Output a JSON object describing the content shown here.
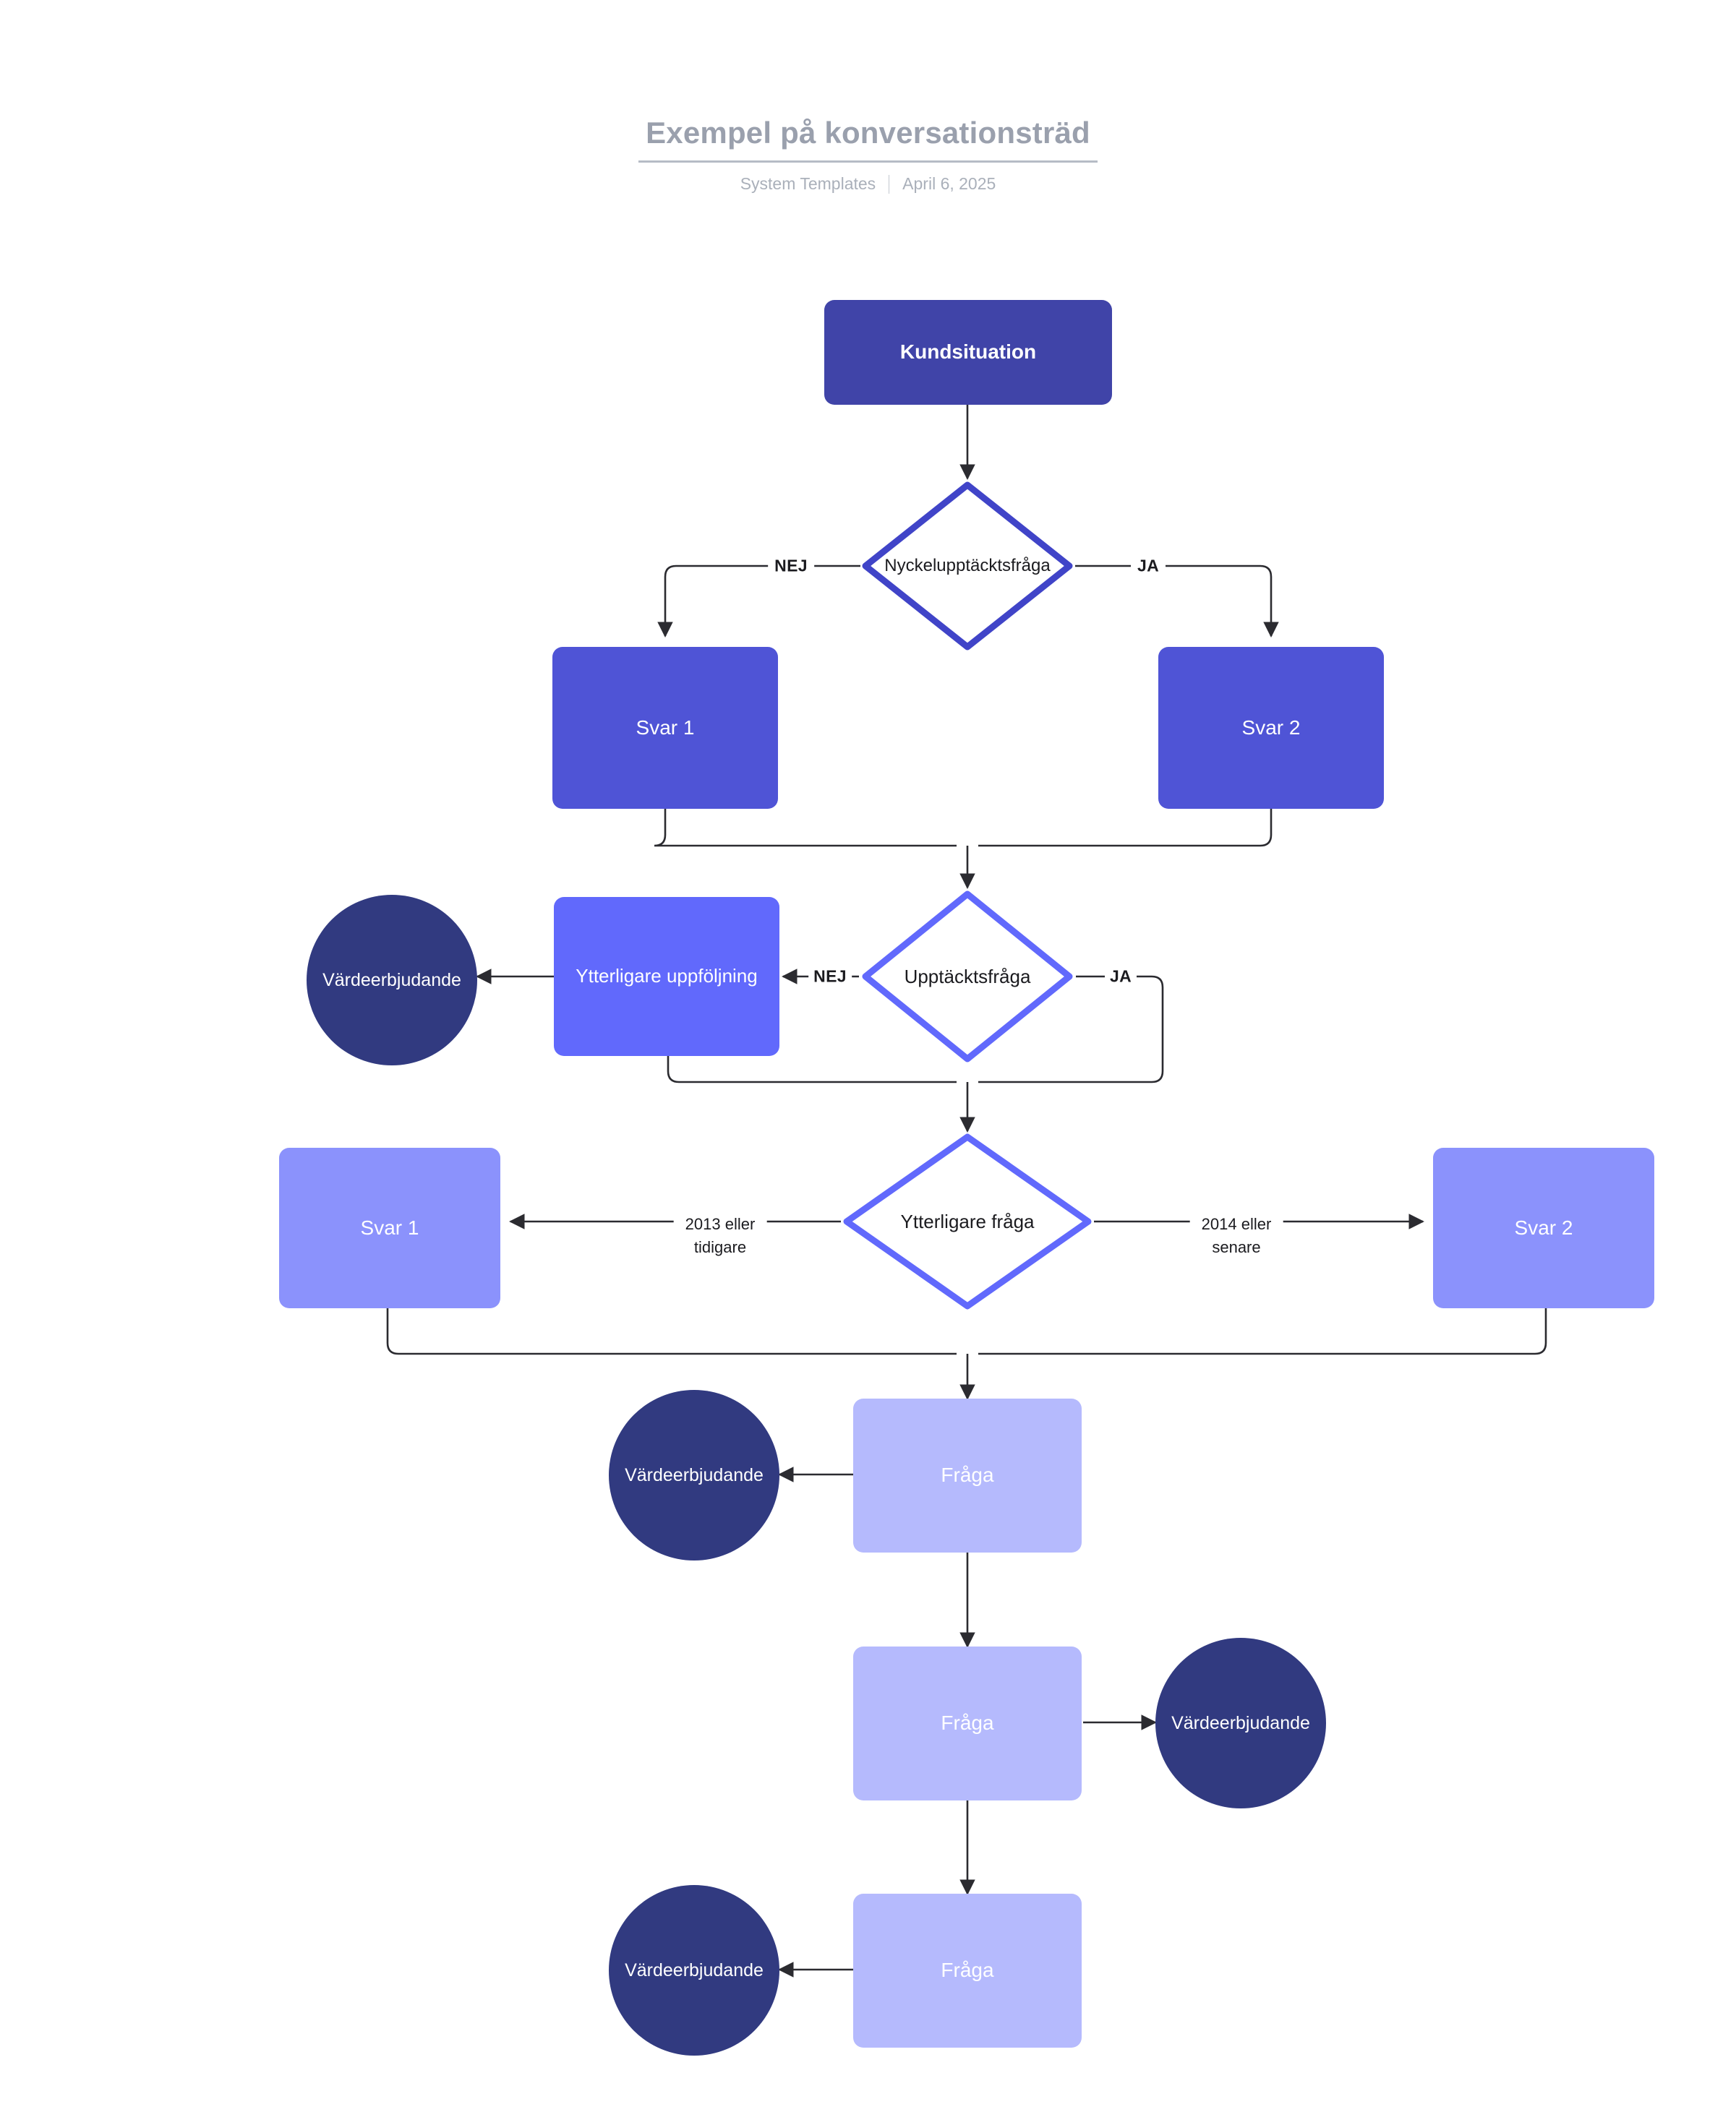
{
  "header": {
    "title": "Exempel på konversationsträd",
    "source": "System Templates",
    "date": "April 6, 2025"
  },
  "colors": {
    "level0": "#4044a8",
    "level1": "#4f54d6",
    "level2": "#6169fc",
    "level3": "#8b92fc",
    "level4": "#b5bafd",
    "circle": "#313a80",
    "edge": "#2b2b30",
    "title": "#9aa0ad"
  },
  "nodes": {
    "start": {
      "label": "Kundsituation"
    },
    "key_question": {
      "label": "Nyckelupptäcktsfråga"
    },
    "answer1_a": {
      "label": "Svar 1"
    },
    "answer2_a": {
      "label": "Svar 2"
    },
    "discovery_question": {
      "label": "Upptäcktsfråga"
    },
    "followup": {
      "label": "Ytterligare uppföljning"
    },
    "value_prop_1": {
      "label": "Värdeerbjudande"
    },
    "further_question": {
      "label": "Ytterligare fråga"
    },
    "answer1_b": {
      "label": "Svar 1"
    },
    "answer2_b": {
      "label": "Svar 2"
    },
    "question_1": {
      "label": "Fråga"
    },
    "value_prop_2": {
      "label": "Värdeerbjudande"
    },
    "question_2": {
      "label": "Fråga"
    },
    "value_prop_3": {
      "label": "Värdeerbjudande"
    },
    "question_3": {
      "label": "Fråga"
    },
    "value_prop_4": {
      "label": "Värdeerbjudande"
    }
  },
  "edge_labels": {
    "key_no": "NEJ",
    "key_yes": "JA",
    "discovery_no": "NEJ",
    "discovery_yes": "JA",
    "year_earlier": "2013 eller\ntidigare",
    "year_earlier_line1": "2013 eller",
    "year_earlier_line2": "tidigare",
    "year_later_line1": "2014 eller",
    "year_later_line2": "senare"
  },
  "chart_data": {
    "type": "diagram",
    "diagram_kind": "flowchart",
    "orientation": "top-down",
    "nodes": [
      {
        "id": "start",
        "text": "Kundsituation",
        "shape": "rounded-rect",
        "fill": "#4044a8"
      },
      {
        "id": "key_question",
        "text": "Nyckelupptäcktsfråga",
        "shape": "diamond",
        "stroke": "#4044c8"
      },
      {
        "id": "answer1_a",
        "text": "Svar 1",
        "shape": "rounded-rect",
        "fill": "#4f54d6"
      },
      {
        "id": "answer2_a",
        "text": "Svar 2",
        "shape": "rounded-rect",
        "fill": "#4f54d6"
      },
      {
        "id": "discovery_question",
        "text": "Upptäcktsfråga",
        "shape": "diamond",
        "stroke": "#6169fc"
      },
      {
        "id": "followup",
        "text": "Ytterligare uppföljning",
        "shape": "rounded-rect",
        "fill": "#6169fc"
      },
      {
        "id": "value_prop_1",
        "text": "Värdeerbjudande",
        "shape": "circle",
        "fill": "#313a80"
      },
      {
        "id": "further_question",
        "text": "Ytterligare fråga",
        "shape": "diamond",
        "stroke": "#6169fc"
      },
      {
        "id": "answer1_b",
        "text": "Svar 1",
        "shape": "rounded-rect",
        "fill": "#8b92fc"
      },
      {
        "id": "answer2_b",
        "text": "Svar 2",
        "shape": "rounded-rect",
        "fill": "#8b92fc"
      },
      {
        "id": "question_1",
        "text": "Fråga",
        "shape": "rounded-rect",
        "fill": "#b5bafd"
      },
      {
        "id": "value_prop_2",
        "text": "Värdeerbjudande",
        "shape": "circle",
        "fill": "#313a80"
      },
      {
        "id": "question_2",
        "text": "Fråga",
        "shape": "rounded-rect",
        "fill": "#b5bafd"
      },
      {
        "id": "value_prop_3",
        "text": "Värdeerbjudande",
        "shape": "circle",
        "fill": "#313a80"
      },
      {
        "id": "question_3",
        "text": "Fråga",
        "shape": "rounded-rect",
        "fill": "#b5bafd"
      },
      {
        "id": "value_prop_4",
        "text": "Värdeerbjudande",
        "shape": "circle",
        "fill": "#313a80"
      }
    ],
    "edges": [
      {
        "from": "start",
        "to": "key_question",
        "label": ""
      },
      {
        "from": "key_question",
        "to": "answer1_a",
        "label": "NEJ"
      },
      {
        "from": "key_question",
        "to": "answer2_a",
        "label": "JA"
      },
      {
        "from": "answer1_a",
        "to": "discovery_question",
        "label": ""
      },
      {
        "from": "answer2_a",
        "to": "discovery_question",
        "label": ""
      },
      {
        "from": "discovery_question",
        "to": "followup",
        "label": "NEJ"
      },
      {
        "from": "followup",
        "to": "value_prop_1",
        "label": ""
      },
      {
        "from": "discovery_question",
        "to": "further_question",
        "label": "JA"
      },
      {
        "from": "followup",
        "to": "further_question",
        "label": ""
      },
      {
        "from": "further_question",
        "to": "answer1_b",
        "label": "2013 eller tidigare"
      },
      {
        "from": "further_question",
        "to": "answer2_b",
        "label": "2014 eller senare"
      },
      {
        "from": "answer1_b",
        "to": "question_1",
        "label": ""
      },
      {
        "from": "answer2_b",
        "to": "question_1",
        "label": ""
      },
      {
        "from": "question_1",
        "to": "value_prop_2",
        "label": ""
      },
      {
        "from": "question_1",
        "to": "question_2",
        "label": ""
      },
      {
        "from": "question_2",
        "to": "value_prop_3",
        "label": ""
      },
      {
        "from": "question_2",
        "to": "question_3",
        "label": ""
      },
      {
        "from": "question_3",
        "to": "value_prop_4",
        "label": ""
      }
    ]
  }
}
